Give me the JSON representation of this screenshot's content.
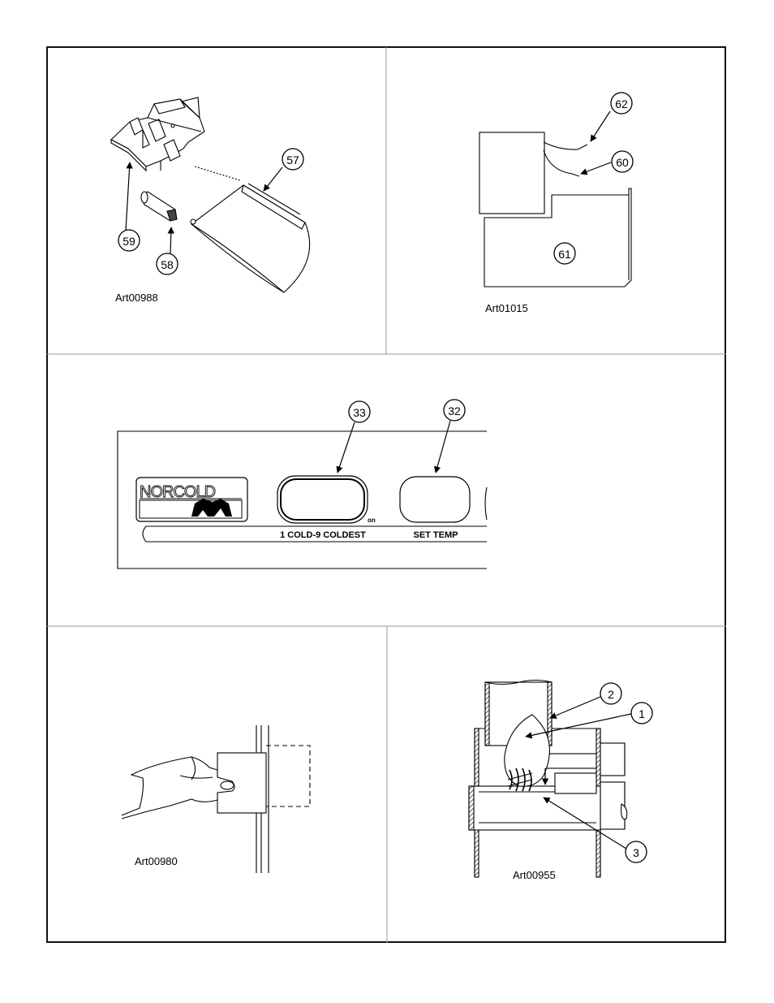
{
  "panels": {
    "top_left": {
      "art_label": "Art00988",
      "callouts": [
        "57",
        "58",
        "59"
      ]
    },
    "top_right": {
      "art_label": "Art01015",
      "callouts": [
        "62",
        "60",
        "61"
      ]
    },
    "middle": {
      "callouts": [
        "33",
        "32"
      ],
      "logo_text": "NORCOLD",
      "on_label": "on",
      "button1_label": "1 COLD-9 COLDEST",
      "button2_label": "SET TEMP"
    },
    "bottom_left": {
      "art_label": "Art00980"
    },
    "bottom_right": {
      "art_label": "Art00955",
      "callouts": [
        "2",
        "1",
        "3"
      ]
    }
  }
}
